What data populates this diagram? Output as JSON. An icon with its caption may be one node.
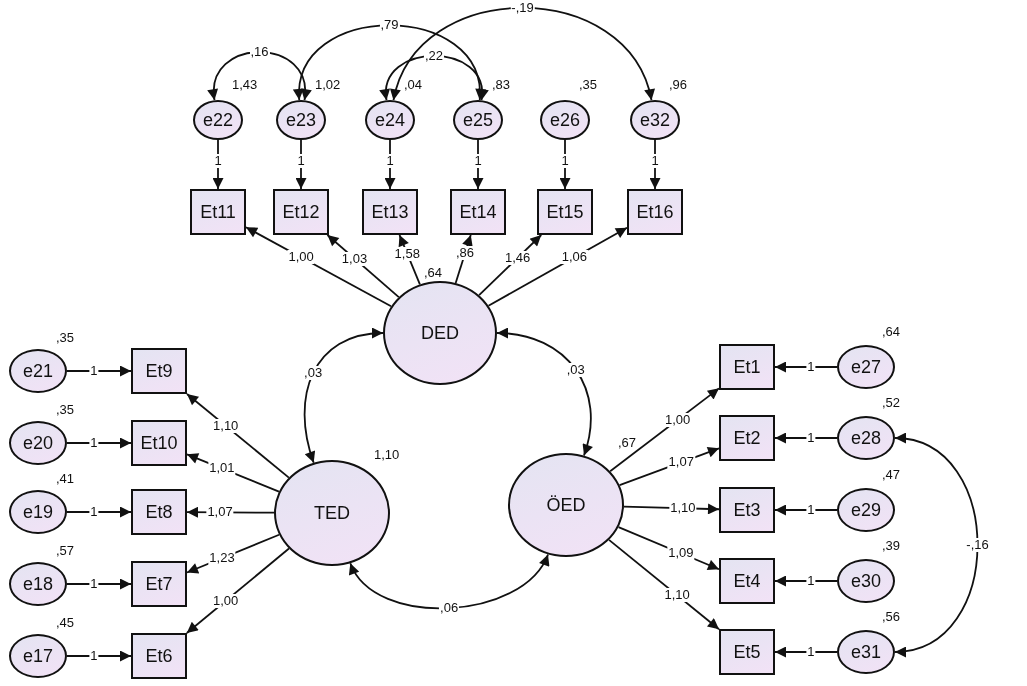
{
  "diagram": {
    "nodes": [
      {
        "text": [
          "e22"
        ],
        "beside": [
          "1,43"
        ]
      },
      {
        "text": [
          "e23"
        ],
        "beside": [
          "1,02"
        ]
      },
      {
        "text": [
          "e24"
        ],
        "beside": [
          ",04"
        ]
      },
      {
        "text": [
          "e25"
        ],
        "beside": [
          ",83"
        ]
      },
      {
        "text": [
          "e26"
        ],
        "beside": [
          ",35"
        ]
      },
      {
        "text": [
          "e32"
        ],
        "beside": [
          ",96"
        ]
      },
      {
        "text": [
          "Et11"
        ]
      },
      {
        "text": [
          "Et12"
        ]
      },
      {
        "text": [
          "Et13"
        ]
      },
      {
        "text": [
          "Et14"
        ]
      },
      {
        "text": [
          "Et15"
        ]
      },
      {
        "text": [
          "Et16"
        ]
      },
      {
        "text": [
          "DED"
        ],
        "beside": [
          ",64"
        ]
      },
      {
        "text": [
          "e21"
        ],
        "beside": [
          ",35"
        ]
      },
      {
        "text": [
          "Et9"
        ]
      },
      {
        "text": [
          "Et1"
        ]
      },
      {
        "text": [
          "e27"
        ],
        "beside": [
          ",64"
        ]
      },
      {
        "text": [
          "e20"
        ],
        "beside": [
          ",35"
        ]
      },
      {
        "text": [
          "Et10"
        ]
      },
      {
        "text": [
          "Et2"
        ]
      },
      {
        "text": [
          "e28"
        ],
        "beside": [
          ",52"
        ]
      },
      {
        "text": [
          "TED"
        ],
        "beside": [
          "1,10"
        ]
      },
      {
        "text": [
          "ÖED"
        ],
        "beside": [
          ",67"
        ]
      },
      {
        "text": [
          "e19"
        ],
        "beside": [
          ",41"
        ]
      },
      {
        "text": [
          "Et8"
        ]
      },
      {
        "text": [
          "Et3"
        ]
      },
      {
        "text": [
          "e29"
        ],
        "beside": [
          ",47"
        ]
      },
      {
        "text": [
          "e18"
        ],
        "beside": [
          ",57"
        ]
      },
      {
        "text": [
          "Et7"
        ]
      },
      {
        "text": [
          "Et4"
        ]
      },
      {
        "text": [
          "e30"
        ],
        "beside": [
          ",39"
        ]
      },
      {
        "text": [
          "e17"
        ],
        "beside": [
          ",45"
        ]
      },
      {
        "text": [
          "Et6"
        ]
      },
      {
        "text": [
          "Et5"
        ]
      },
      {
        "text": [
          "e31"
        ],
        "beside": [
          ",56"
        ]
      }
    ],
    "edges": [
      {
        "from": 0,
        "to": 6,
        "arrow": "to",
        "label": "1"
      },
      {
        "from": 1,
        "to": 7,
        "arrow": "to",
        "label": "1"
      },
      {
        "from": 2,
        "to": 8,
        "arrow": "to",
        "label": "1"
      },
      {
        "from": 3,
        "to": 9,
        "arrow": "to",
        "label": "1"
      },
      {
        "from": 4,
        "to": 10,
        "arrow": "to",
        "label": "1"
      },
      {
        "from": 5,
        "to": 11,
        "arrow": "to",
        "label": "1"
      },
      {
        "from": 0,
        "to": 1,
        "arrow": "both",
        "label": ",16"
      },
      {
        "from": 1,
        "to": 3,
        "arrow": "both",
        "label": ",79"
      },
      {
        "from": 2,
        "to": 3,
        "arrow": "both",
        "label": ",22"
      },
      {
        "from": 2,
        "to": 5,
        "arrow": "both",
        "label": "-,19"
      },
      {
        "from": 12,
        "to": 6,
        "arrow": "to",
        "label": "1,00"
      },
      {
        "from": 12,
        "to": 7,
        "arrow": "to",
        "label": "1,03"
      },
      {
        "from": 12,
        "to": 8,
        "arrow": "to",
        "label": "1,58"
      },
      {
        "from": 12,
        "to": 9,
        "arrow": "to",
        "label": ",86"
      },
      {
        "from": 12,
        "to": 10,
        "arrow": "to",
        "label": "1,46"
      },
      {
        "from": 12,
        "to": 11,
        "arrow": "to",
        "label": "1,06"
      },
      {
        "from": 12,
        "to": 21,
        "arrow": "both",
        "label": ",03"
      },
      {
        "from": 12,
        "to": 22,
        "arrow": "both",
        "label": ",03"
      },
      {
        "from": 21,
        "to": 22,
        "arrow": "both",
        "label": ",06"
      },
      {
        "from": 21,
        "to": 14,
        "arrow": "to",
        "label": "1,10"
      },
      {
        "from": 21,
        "to": 18,
        "arrow": "to",
        "label": "1,01"
      },
      {
        "from": 21,
        "to": 24,
        "arrow": "to",
        "label": "1,07"
      },
      {
        "from": 21,
        "to": 28,
        "arrow": "to",
        "label": "1,23"
      },
      {
        "from": 21,
        "to": 32,
        "arrow": "to",
        "label": "1,00"
      },
      {
        "from": 22,
        "to": 15,
        "arrow": "to",
        "label": "1,00"
      },
      {
        "from": 22,
        "to": 19,
        "arrow": "to",
        "label": "1,07"
      },
      {
        "from": 22,
        "to": 25,
        "arrow": "to",
        "label": "1,10"
      },
      {
        "from": 22,
        "to": 29,
        "arrow": "to",
        "label": "1,09"
      },
      {
        "from": 22,
        "to": 33,
        "arrow": "to",
        "label": "1,10"
      },
      {
        "from": 13,
        "to": 14,
        "arrow": "to",
        "label": "1"
      },
      {
        "from": 17,
        "to": 18,
        "arrow": "to",
        "label": "1"
      },
      {
        "from": 23,
        "to": 24,
        "arrow": "to",
        "label": "1"
      },
      {
        "from": 27,
        "to": 28,
        "arrow": "to",
        "label": "1"
      },
      {
        "from": 31,
        "to": 32,
        "arrow": "to",
        "label": "1"
      },
      {
        "from": 16,
        "to": 15,
        "arrow": "to",
        "label": "1"
      },
      {
        "from": 20,
        "to": 19,
        "arrow": "to",
        "label": "1"
      },
      {
        "from": 26,
        "to": 25,
        "arrow": "to",
        "label": "1"
      },
      {
        "from": 30,
        "to": 29,
        "arrow": "to",
        "label": "1"
      },
      {
        "from": 34,
        "to": 33,
        "arrow": "to",
        "label": "1"
      },
      {
        "from": 20,
        "to": 34,
        "arrow": "both",
        "label": "-,16"
      }
    ]
  }
}
